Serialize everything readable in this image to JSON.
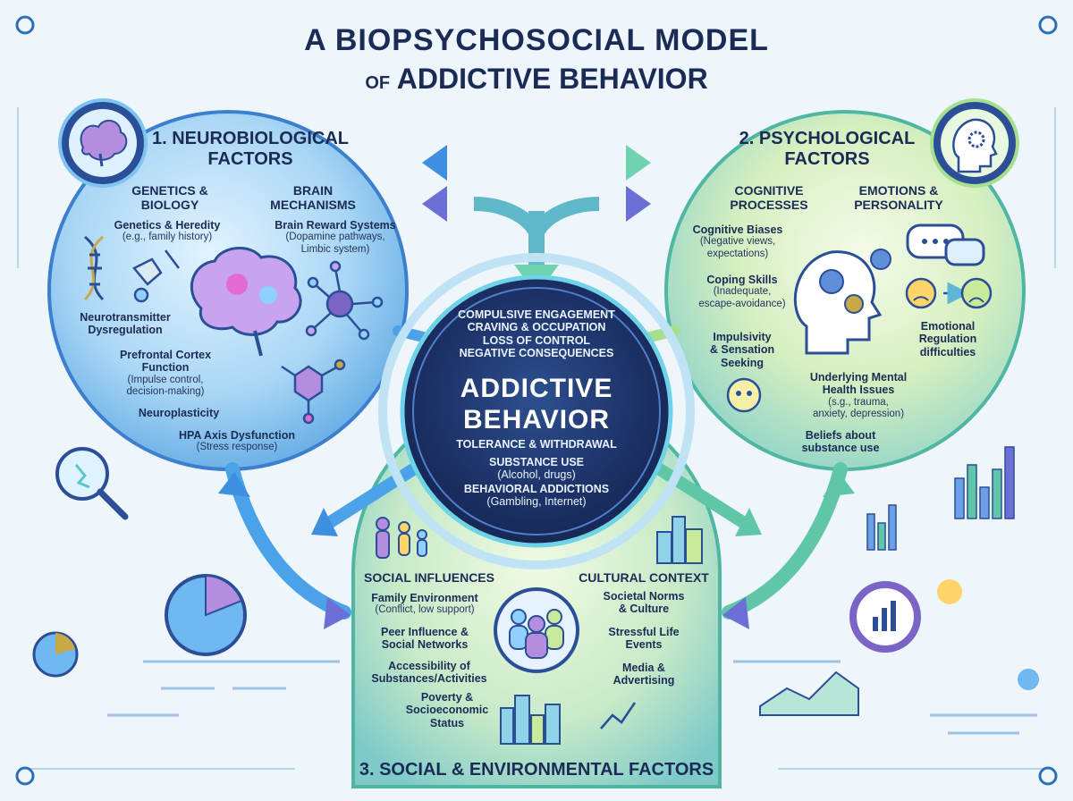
{
  "title": {
    "line1": "A BIOPSYCHOSOCIAL MODEL",
    "of": "OF",
    "line2": "ADDICTIVE BEHAVIOR"
  },
  "neuro": {
    "header_line1": "1. NEUROBIOLOGICAL",
    "header_line2": "FACTORS",
    "col1_title": "GENETICS &\nBIOLOGY",
    "col2_title": "BRAIN\nMECHANISMS",
    "items": [
      {
        "label": "Genetics & Heredity",
        "detail": "(e.g., family history)"
      },
      {
        "label": "Brain Reward Systems",
        "detail": "(Dopamine pathways,\nLimbic system)"
      },
      {
        "label": "Neurotransmitter\nDysregulation",
        "detail": ""
      },
      {
        "label": "Prefrontal Cortex\nFunction",
        "detail": "(Impulse control,\ndecision-making)"
      },
      {
        "label": "Neuroplasticity",
        "detail": ""
      },
      {
        "label": "HPA Axis Dysfunction",
        "detail": "(Stress response)"
      }
    ]
  },
  "psych": {
    "header_line1": "2. PSYCHOLOGICAL",
    "header_line2": "FACTORS",
    "col1_title": "COGNITIVE\nPROCESSES",
    "col2_title": "EMOTIONS &\nPERSONALITY",
    "items": [
      {
        "label": "Cognitive Biases",
        "detail": "(Negative views,\nexpectations)"
      },
      {
        "label": "Coping Skills",
        "detail": "(Inadequate,\nescape-avoidance)"
      },
      {
        "label": "Impulsivity\n& Sensation\nSeeking",
        "detail": ""
      },
      {
        "label": "Emotional\nRegulation\ndifficulties",
        "detail": ""
      },
      {
        "label": "Underlying Mental\nHealth Issues",
        "detail": "(s.g., trauma,\nanxiety, depression)"
      },
      {
        "label": "Beliefs about\nsubstance use",
        "detail": ""
      }
    ]
  },
  "core": {
    "top_lines": [
      "COMPULSIVE ENGAGEMENT",
      "CRAVING & OCCUPATION",
      "LOSS OF CONTROL",
      "NEGATIVE CONSEQUENCES"
    ],
    "title_line1": "ADDICTIVE",
    "title_line2": "BEHAVIOR",
    "tolerance": "TOLERANCE & WITHDRAWAL",
    "substance": "SUBSTANCE USE",
    "substance_detail": "(Alcohol, drugs)",
    "behavioral": "BEHAVIORAL ADDICTIONS",
    "behavioral_detail": "(Gambling, Internet)"
  },
  "social": {
    "footer": "3. SOCIAL & ENVIRONMENTAL FACTORS",
    "col1_title": "SOCIAL INFLUENCES",
    "col2_title": "CULTURAL CONTEXT",
    "items": [
      {
        "label": "Family Environment",
        "detail": "(Conflict, low support)"
      },
      {
        "label": "Peer Influence &\nSocial Networks",
        "detail": ""
      },
      {
        "label": "Accessibility of\nSubstances/Activities",
        "detail": ""
      },
      {
        "label": "Poverty &\nSocioeconomic\nStatus",
        "detail": ""
      },
      {
        "label": "Societal Norms\n& Culture",
        "detail": ""
      },
      {
        "label": "Stressful Life\nEvents",
        "detail": ""
      },
      {
        "label": "Media &\nAdvertising",
        "detail": ""
      }
    ]
  },
  "icons": [
    "brain-icon",
    "head-gears-icon",
    "dna-icon",
    "neuron-icon",
    "molecule-icon",
    "speech-bubble-icon",
    "sad-face-icon",
    "family-icon",
    "people-group-icon",
    "city-icon",
    "bar-chart-icon",
    "pie-chart-icon",
    "magnifier-icon"
  ],
  "colors": {
    "navy": "#1a2c55",
    "core_dark": "#1b2f63",
    "blue_circle": "#8fc7ef",
    "green_circle": "#c9ea9a",
    "teal": "#5fc6c4",
    "accent_purple": "#7b63c7"
  }
}
